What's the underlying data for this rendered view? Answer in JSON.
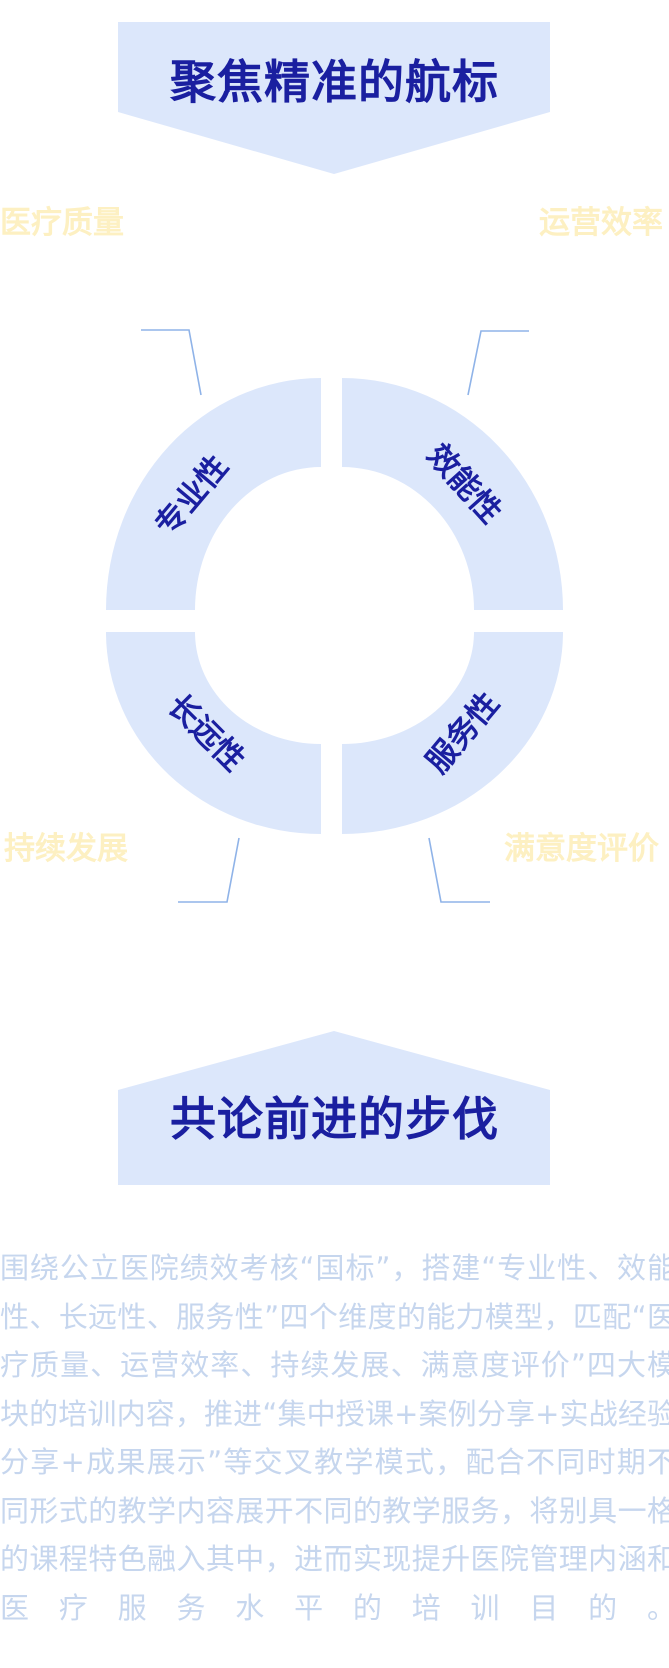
{
  "top_banner": {
    "title": "聚焦精准的航标"
  },
  "bottom_banner": {
    "title": "共论前进的步伐"
  },
  "quadrants": [
    {
      "key": "top-left",
      "segment_label": "专业性",
      "corner_label": "医疗质量"
    },
    {
      "key": "top-right",
      "segment_label": "效能性",
      "corner_label": "运营效率"
    },
    {
      "key": "bottom-left",
      "segment_label": "长远性",
      "corner_label": "持续发展"
    },
    {
      "key": "bottom-right",
      "segment_label": "服务性",
      "corner_label": "满意度评价"
    }
  ],
  "description": "围绕公立医院绩效考核“国标”，搭建“专业性、效能性、长远性、服务性”四个维度的能力模型，匹配“医疗质量、运营效率、持续发展、满意度评价”四大模块的培训内容，推进“集中授课+案例分享+实战经验分享+成果展示”等交叉教学模式，配合不同时期不同形式的教学内容展开不同的教学服务，将别具一格的课程特色融入其中，进而实现提升医院管理内涵和医疗服务水平的培训目的。",
  "colors": {
    "banner_fill": "#dce7fb",
    "ring_fill": "#dce7fb",
    "title_text": "#1a1fa0",
    "segment_text": "#1a1fa0",
    "corner_text": "#fdf0c2",
    "connector_line": "#8fb3e8",
    "description_text": "#c6d6ee"
  }
}
